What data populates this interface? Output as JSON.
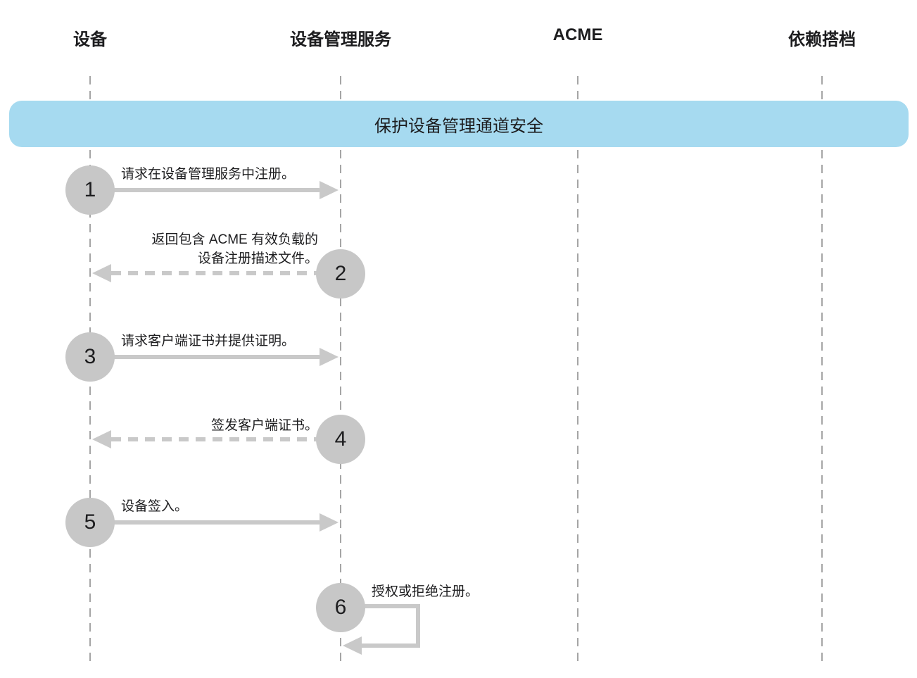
{
  "colors": {
    "banner-bg": "#A6DAF0",
    "circle-bg": "#C7C7C7",
    "arrow": "#C9C9C9",
    "lifeline": "#A5A5A5",
    "text": "#1D1D1F"
  },
  "actors": [
    {
      "label": "设备"
    },
    {
      "label": "设备管理服务"
    },
    {
      "label": "ACME"
    },
    {
      "label": "依赖搭档"
    }
  ],
  "banner": {
    "label": "保护设备管理通道安全"
  },
  "steps": [
    {
      "num": "1",
      "text": "请求在设备管理服务中注册。",
      "from": "设备",
      "to": "设备管理服务",
      "line": "solid",
      "direction": "right"
    },
    {
      "num": "2",
      "text_line1": "返回包含 ACME 有效负载的",
      "text_line2": "设备注册描述文件。",
      "from": "设备管理服务",
      "to": "设备",
      "line": "dashed",
      "direction": "left"
    },
    {
      "num": "3",
      "text": "请求客户端证书并提供证明。",
      "from": "设备",
      "to": "设备管理服务",
      "line": "solid",
      "direction": "right"
    },
    {
      "num": "4",
      "text": "签发客户端证书。",
      "from": "设备管理服务",
      "to": "设备",
      "line": "dashed",
      "direction": "left"
    },
    {
      "num": "5",
      "text": "设备签入。",
      "from": "设备",
      "to": "设备管理服务",
      "line": "solid",
      "direction": "right"
    },
    {
      "num": "6",
      "text": "授权或拒绝注册。",
      "from": "设备管理服务",
      "to": "设备管理服务",
      "line": "solid",
      "direction": "self"
    }
  ]
}
